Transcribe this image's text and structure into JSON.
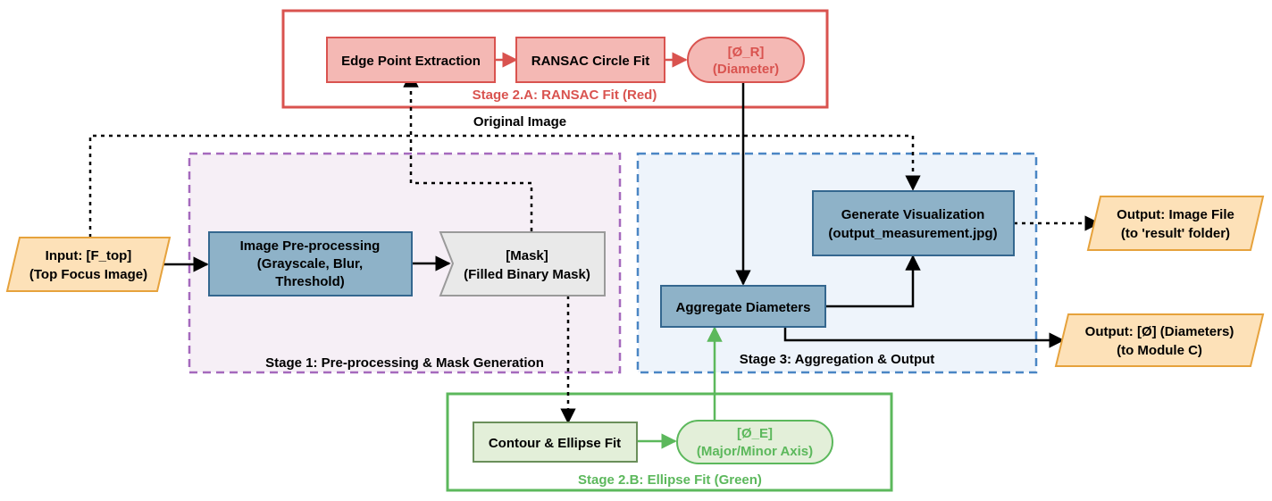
{
  "colors": {
    "red_stroke": "#d9534f",
    "red_fill": "#f4b8b4",
    "red_text": "#d9534f",
    "purple_stroke": "#a569bd",
    "purple_fill": "#f6eff6",
    "blue_stroke": "#4a86c4",
    "blue_fill": "#eef4fb",
    "green_stroke": "#5cb85c",
    "green_fill": "#e3efd9",
    "green_text": "#5cb85c",
    "process_fill": "#8eb2c8",
    "process_stroke": "#34678f",
    "io_fill": "#fde1b8",
    "io_stroke": "#e6a23c",
    "mask_fill": "#e9e9e9",
    "mask_stroke": "#9a9a9a",
    "arrow": "#000000"
  },
  "stages": {
    "stage2a": "Stage 2.A: RANSAC Fit (Red)",
    "stage1": "Stage 1: Pre-processing & Mask Generation",
    "stage3": "Stage 3: Aggregation & Output",
    "stage2b": "Stage 2.B: Ellipse Fit (Green)"
  },
  "nodes": {
    "edge_point": "Edge Point Extraction",
    "ransac_fit": "RANSAC Circle Fit",
    "diameter_r": [
      "[Ø_R]",
      "(Diameter)"
    ],
    "input": [
      "Input: [F_top]",
      "(Top Focus Image)"
    ],
    "preprocess": [
      "Image Pre-processing",
      "(Grayscale, Blur,",
      "Threshold)"
    ],
    "mask": [
      "[Mask]",
      "(Filled Binary Mask)"
    ],
    "visualization": [
      "Generate Visualization",
      "(output_measurement.jpg)"
    ],
    "aggregate": "Aggregate Diameters",
    "output_image": [
      "Output: Image File",
      "(to 'result' folder)"
    ],
    "output_diam": [
      "Output: [Ø] (Diameters)",
      "(to Module C)"
    ],
    "contour": "Contour & Ellipse Fit",
    "diameter_e": [
      "[Ø_E]",
      "(Major/Minor Axis)"
    ]
  },
  "edges": {
    "original_image": "Original Image"
  }
}
